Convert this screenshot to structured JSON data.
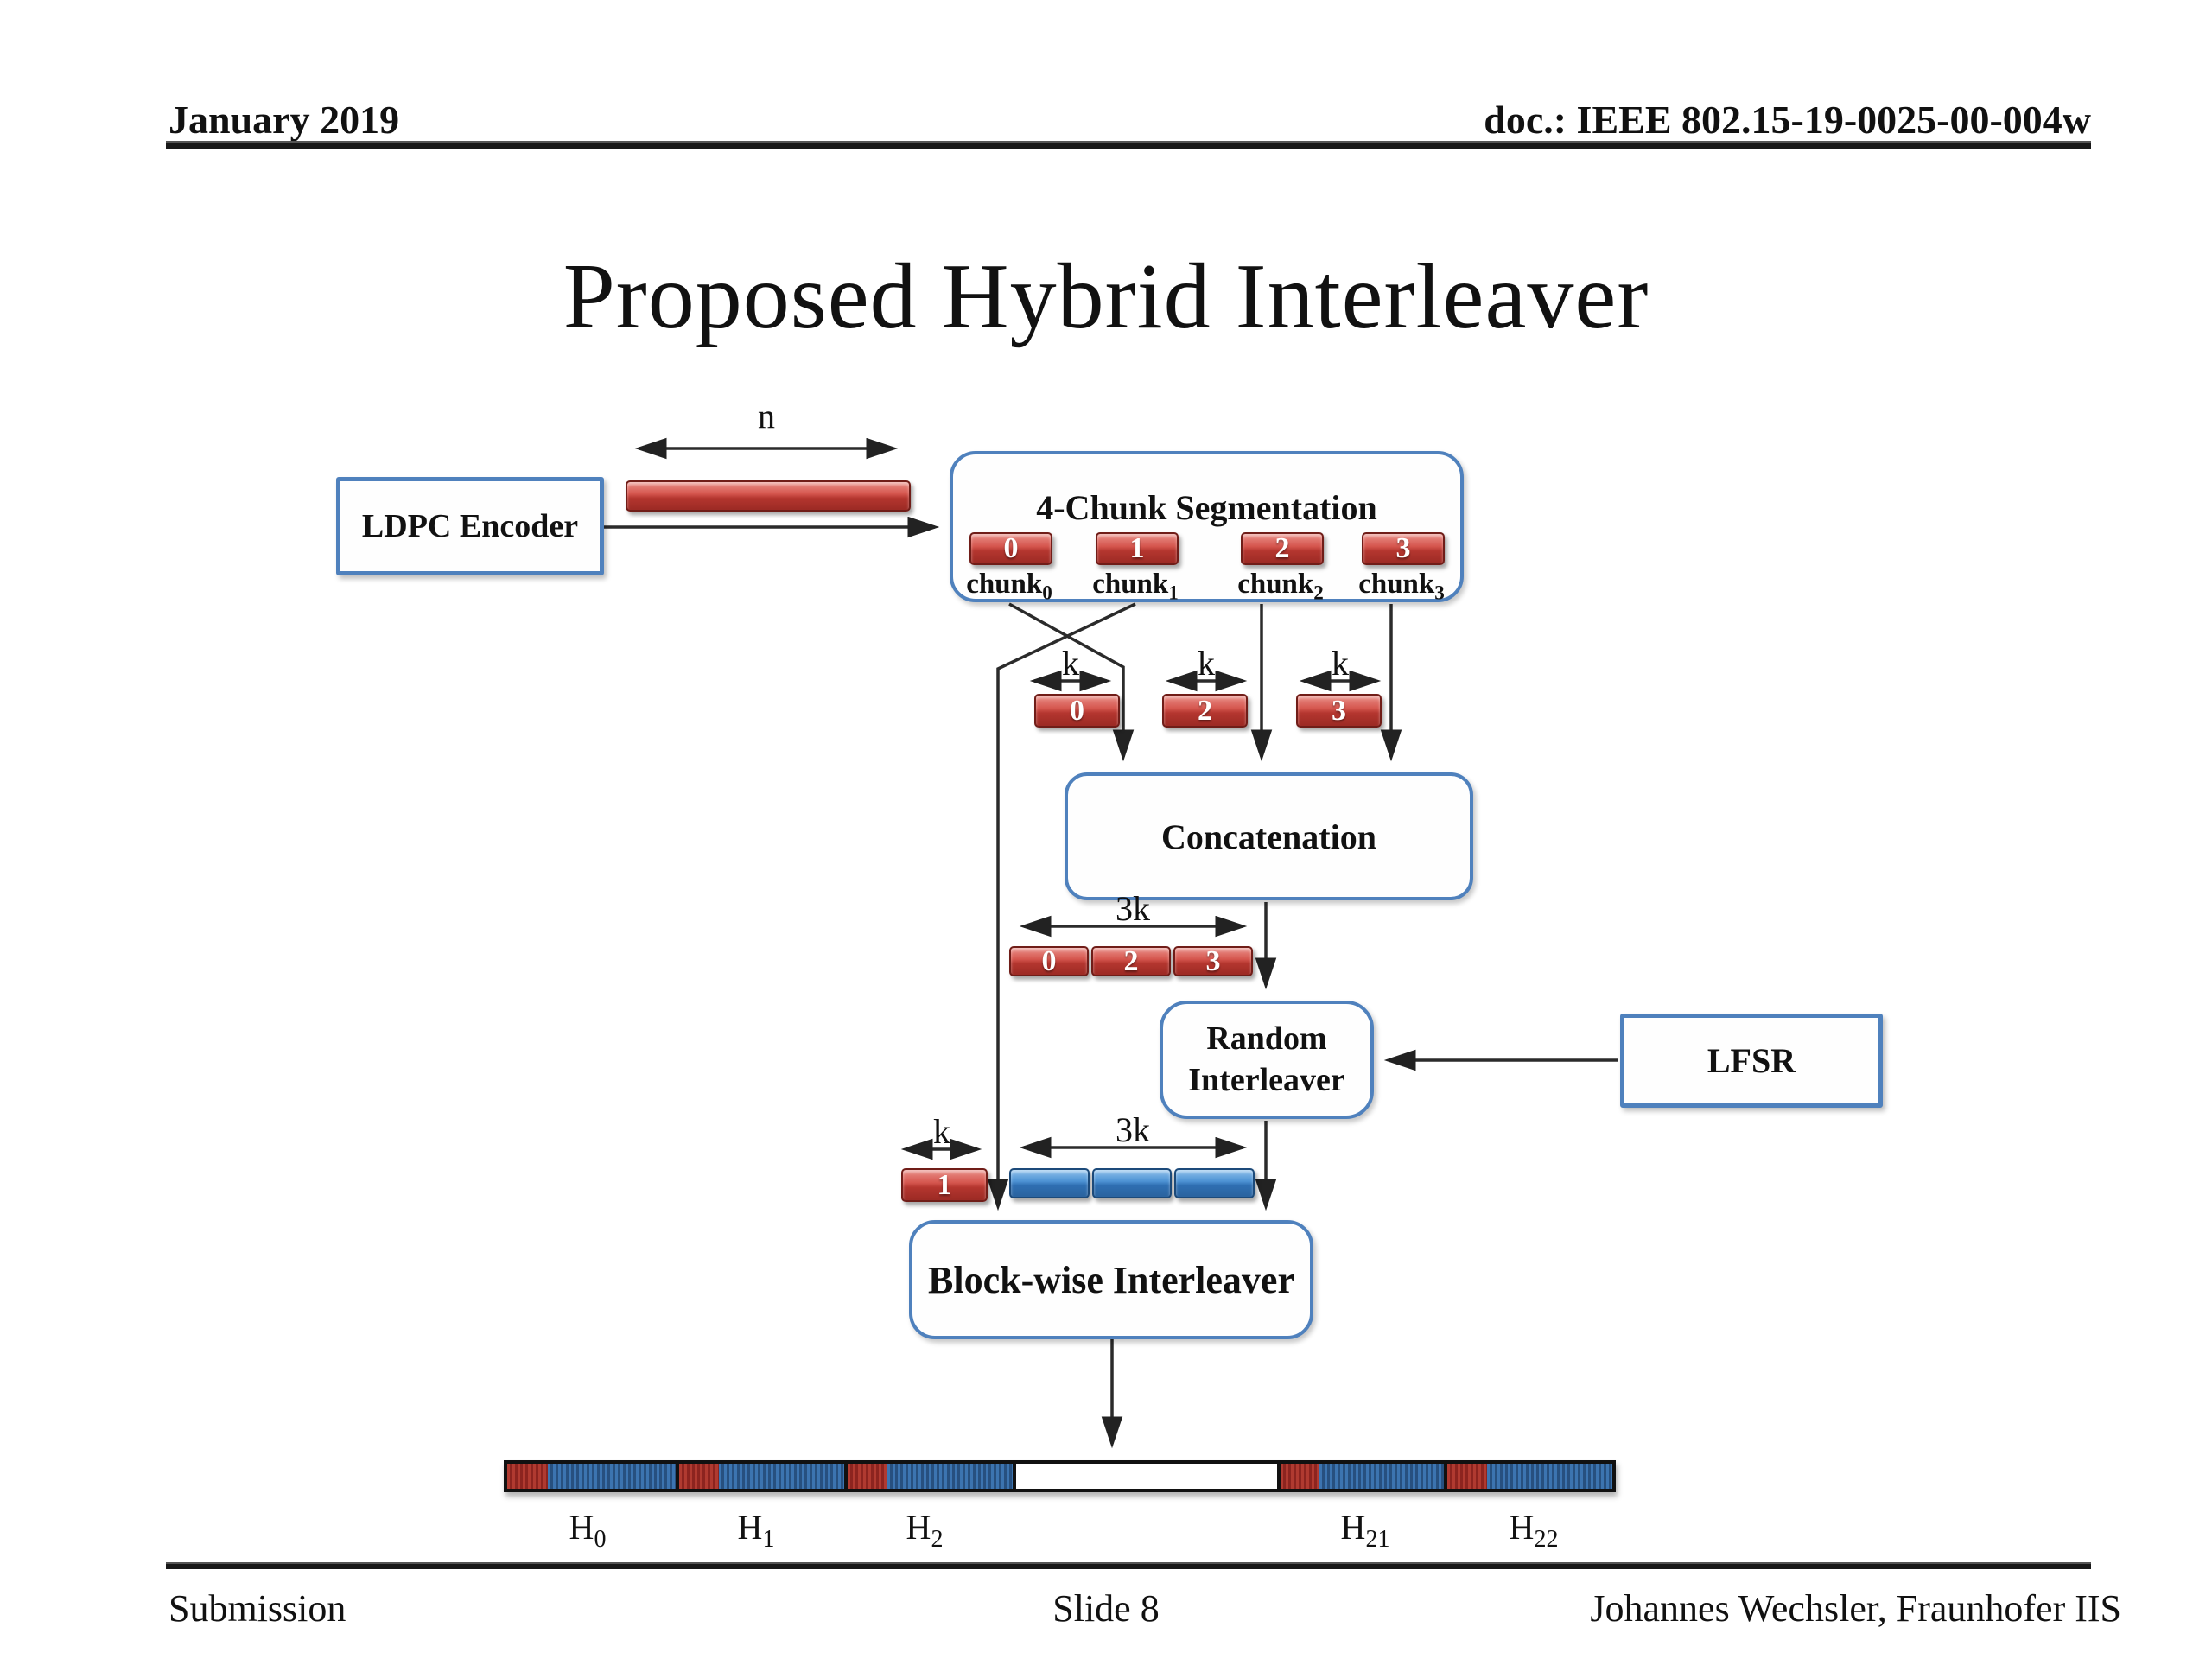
{
  "header": {
    "date": "January 2019",
    "doc": "doc.: IEEE 802.15-19-0025-00-004w"
  },
  "title": "Proposed Hybrid Interleaver",
  "footer": {
    "left": "Submission",
    "center": "Slide 8",
    "right": "Johannes Wechsler, Fraunhofer IIS"
  },
  "diagram": {
    "ldpc_label": "LDPC Encoder",
    "n_label": "n",
    "segmentation_title": "4-Chunk Segmentation",
    "chunks": [
      {
        "value": "0",
        "base": "chunk",
        "sub": "0"
      },
      {
        "value": "1",
        "base": "chunk",
        "sub": "1"
      },
      {
        "value": "2",
        "base": "chunk",
        "sub": "2"
      },
      {
        "value": "3",
        "base": "chunk",
        "sub": "3"
      }
    ],
    "k_row": [
      {
        "k": "k",
        "value": "0"
      },
      {
        "k": "k",
        "value": "2"
      },
      {
        "k": "k",
        "value": "3"
      }
    ],
    "concat_label": "Concatenation",
    "concat_bar": {
      "dim": "3k",
      "values": [
        "0",
        "2",
        "3"
      ]
    },
    "random_interleaver": {
      "line1": "Random",
      "line2": "Interleaver"
    },
    "lfsr_label": "LFSR",
    "leftover": {
      "k": "k",
      "value": "1"
    },
    "interleaved_bar_dim": "3k",
    "blockwise_label": "Block-wise Interleaver",
    "output_labels": [
      {
        "base": "H",
        "sub": "0"
      },
      {
        "base": "H",
        "sub": "1"
      },
      {
        "base": "H",
        "sub": "2"
      },
      {
        "base": "H",
        "sub": "21"
      },
      {
        "base": "H",
        "sub": "22"
      }
    ]
  },
  "colors": {
    "accent_blue": "#4f81bd",
    "bar_red": "#c0392b",
    "bar_blue": "#3d7ab5",
    "output_red": "#9e2b26",
    "output_blue": "#2f5f98",
    "line_color": "#2b2b2b"
  }
}
